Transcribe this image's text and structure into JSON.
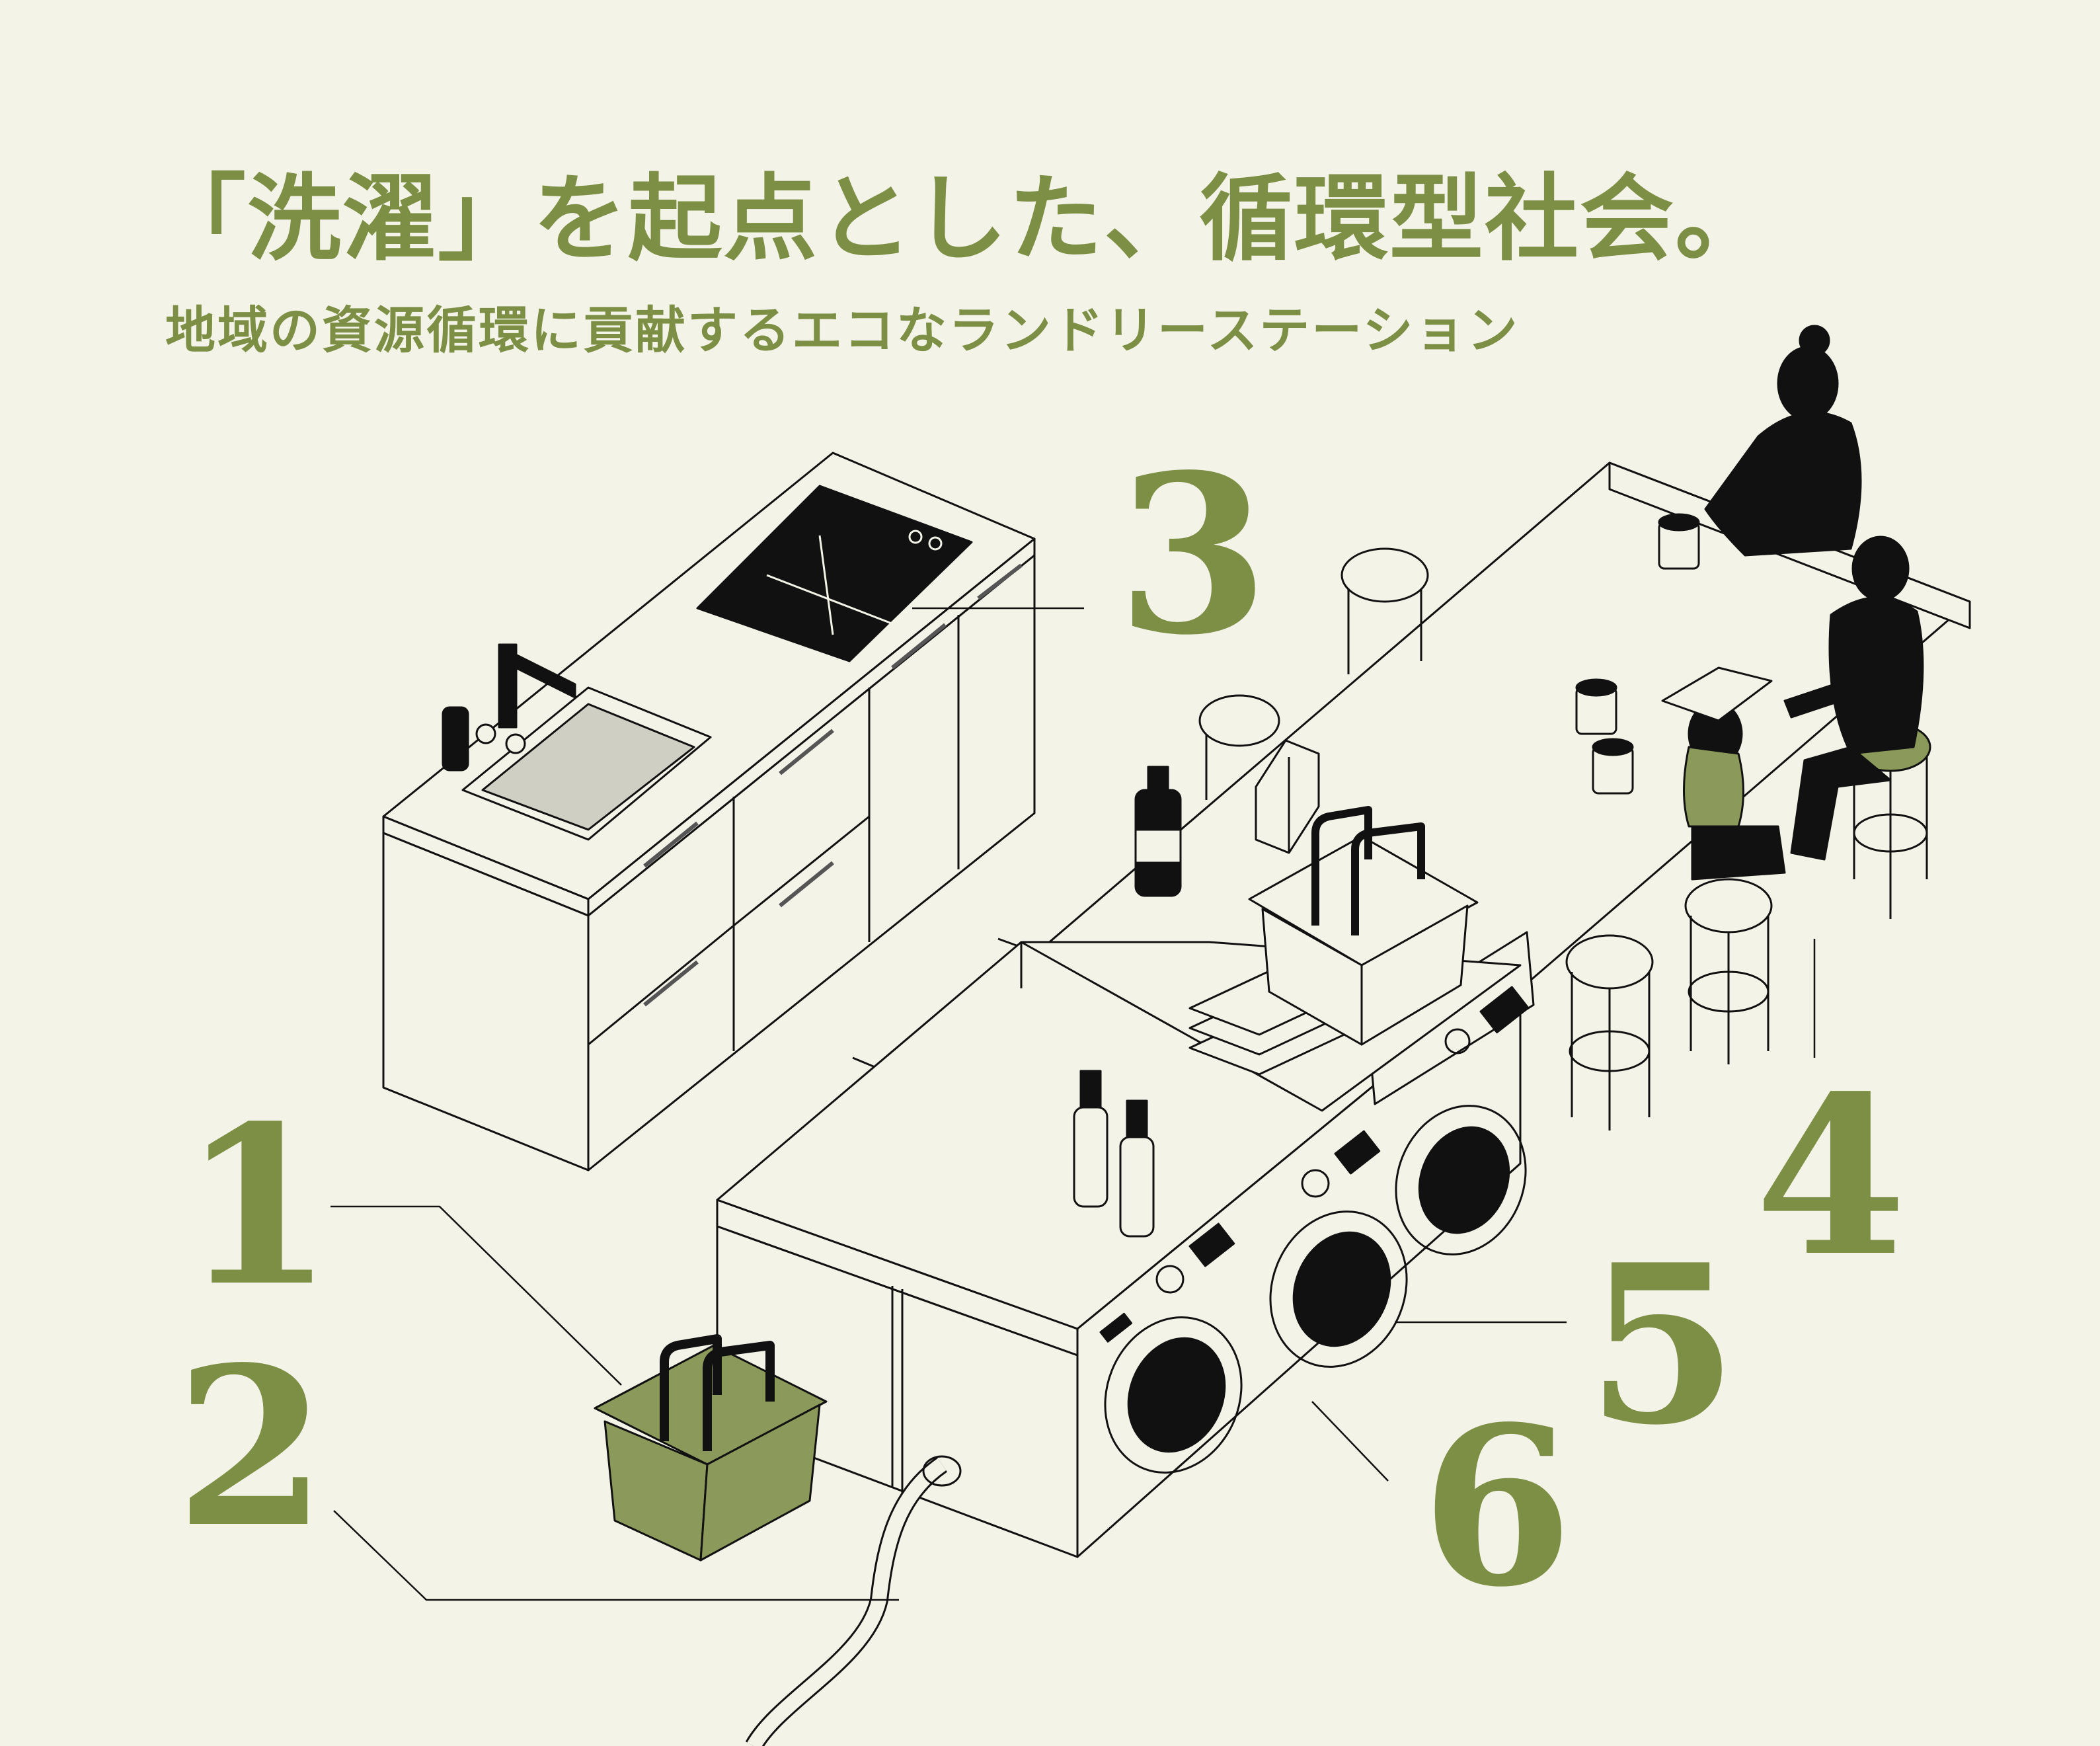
{
  "headline": "「洗濯」を起点とした、循環型社会。",
  "subheadline": "地域の資源循環に貢献するエコなランドリーステーション",
  "callouts": [
    {
      "label": "1"
    },
    {
      "label": "2"
    },
    {
      "label": "3"
    },
    {
      "label": "4"
    },
    {
      "label": "5"
    },
    {
      "label": "6"
    }
  ],
  "colors": {
    "background": "#f4f3e8",
    "accent": "#7d8f45",
    "ink": "#111111",
    "basket_fill": "#8b9a5a"
  }
}
